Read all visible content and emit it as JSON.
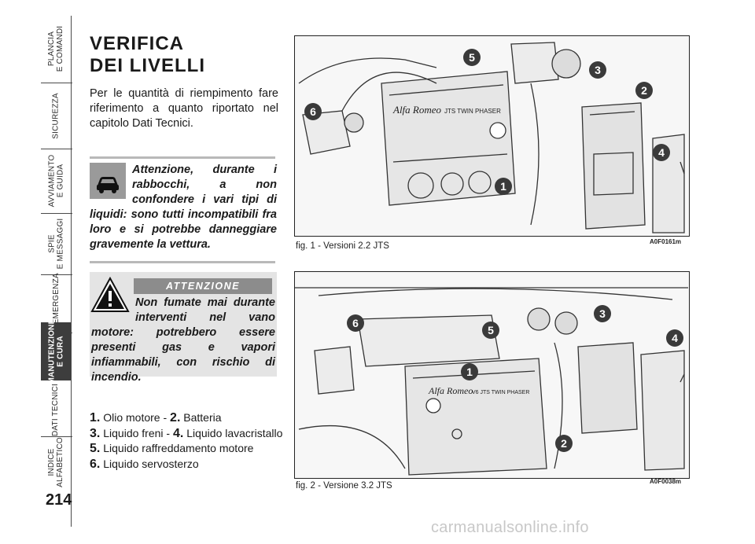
{
  "sidebar": {
    "tabs": [
      {
        "label": "PLANCIA\nE COMANDI"
      },
      {
        "label": "SICUREZZA"
      },
      {
        "label": "AVVIAMENTO\nE GUIDA"
      },
      {
        "label": "SPIE\nE MESSAGGI"
      },
      {
        "label": "IN EMERGENZA"
      },
      {
        "label": "MANUTENZIONE\nE CURA"
      },
      {
        "label": "DATI TECNICI"
      },
      {
        "label": "INDICE\nALFABETICO"
      }
    ],
    "page_number": "214"
  },
  "section": {
    "title_line1": "VERIFICA",
    "title_line2": "DEI LIVELLI",
    "intro": "Per le quantità di riempimento fare riferimento a quanto riportato nel capitolo Dati Tecnici."
  },
  "warning": {
    "icon": "car-hazard-icon",
    "text": "Attenzione, durante i rabbocchi, a non confondere i vari tipi di liquidi: sono tutti incompatibili fra loro e si potrebbe danneggiare gravemente la vettura."
  },
  "attention": {
    "icon": "warning-triangle-icon",
    "banner": "ATTENZIONE",
    "text": "Non fumate mai durante interventi nel vano motore: potrebbero essere presenti gas e vapori infiammabili, con rischio di incendio."
  },
  "legend": {
    "items": [
      {
        "num": "1.",
        "label": "Olio motore"
      },
      {
        "num": "2.",
        "label": "Batteria"
      },
      {
        "num": "3.",
        "label": "Liquido freni"
      },
      {
        "num": "4.",
        "label": "Liquido lavacristallo"
      },
      {
        "num": "5.",
        "label": "Liquido raffreddamento motore"
      },
      {
        "num": "6.",
        "label": "Liquido servosterzo"
      }
    ]
  },
  "figures": [
    {
      "caption": "fig. 1 - Versioni 2.2 JTS",
      "code": "A0F0161m",
      "engine_text": "JTS TWIN PHASER",
      "brand": "Alfa Romeo",
      "callouts": [
        "1",
        "2",
        "3",
        "4",
        "5",
        "6"
      ]
    },
    {
      "caption": "fig. 2 - Versione 3.2 JTS",
      "code": "A0F0038m",
      "engine_text": "V6 JTS TWIN PHASER",
      "brand": "Alfa Romeo",
      "callouts": [
        "1",
        "2",
        "3",
        "4",
        "5",
        "6"
      ]
    }
  ],
  "footer": {
    "watermark": "carmanualsonline.info"
  }
}
